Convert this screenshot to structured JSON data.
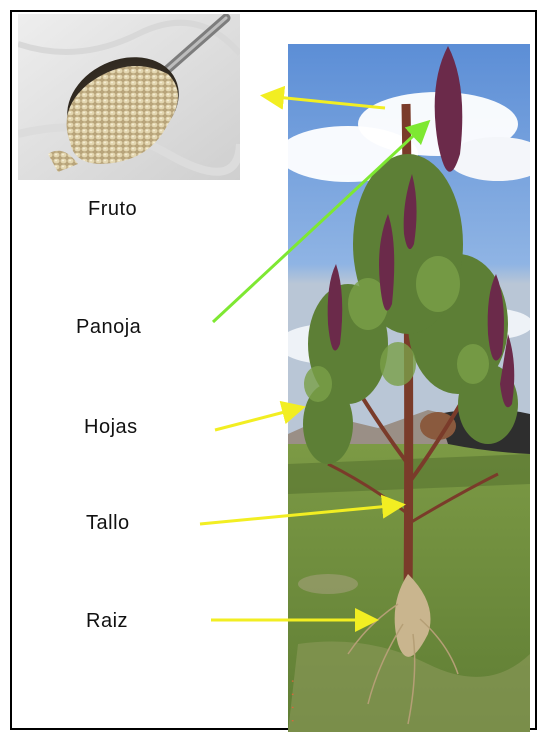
{
  "labels": {
    "fruto": "Fruto",
    "panoja": "Panoja",
    "hojas": "Hojas",
    "tallo": "Tallo",
    "raiz": "Raiz"
  },
  "colors": {
    "arrow_yellow": "#f2ee22",
    "arrow_green": "#7ee832",
    "sky": "#5e8fd3",
    "grass": "#6f8f3e",
    "panicle": "#6b2a4a",
    "stem": "#7a3b2a"
  }
}
